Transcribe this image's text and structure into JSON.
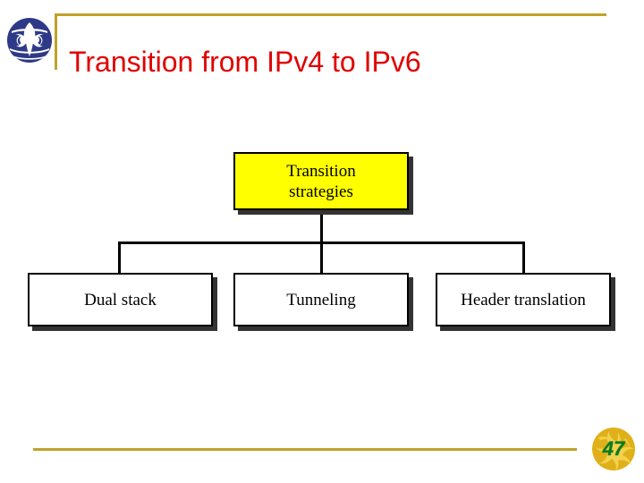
{
  "slide": {
    "title": "Transition from IPv4 to IPv6",
    "page_number": "47",
    "background_color": "#ffffff",
    "title_color": "#e00000",
    "rule_color": "#bfa22a",
    "page_number_color": "#0a7a1e",
    "page_marker_color": "#e0b01a"
  },
  "logo": {
    "name": "organization-globe-logo",
    "color": "#2e3a87",
    "mark_color": "#ffffff"
  },
  "diagram": {
    "type": "org-chart",
    "root": {
      "label_line1": "Transition",
      "label_line2": "strategies",
      "fill": "#ffff00",
      "border": "#000000"
    },
    "children": [
      {
        "label": "Dual stack",
        "fill": "#ffffff",
        "border": "#000000"
      },
      {
        "label": "Tunneling",
        "fill": "#ffffff",
        "border": "#000000"
      },
      {
        "label": "Header translation",
        "fill": "#ffffff",
        "border": "#000000"
      }
    ]
  }
}
